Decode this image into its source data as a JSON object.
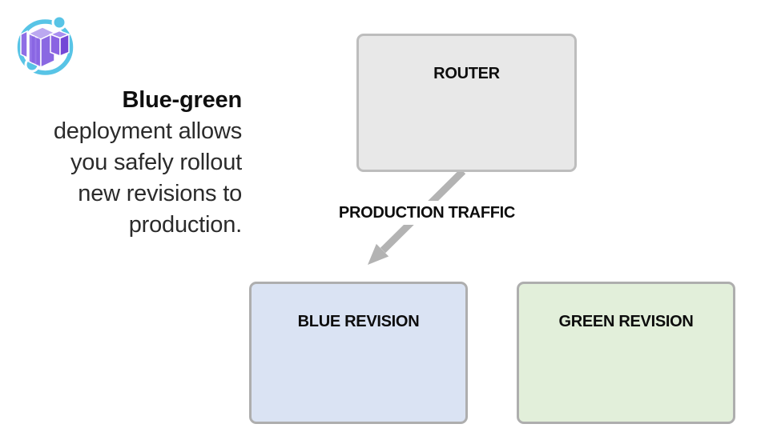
{
  "slide": {
    "background": "#ffffff"
  },
  "logo": {
    "name": "Azure Container Apps logo",
    "colors": {
      "ring": "#58c4e6",
      "cube_top": "#bba8f0",
      "cube_front": "#9878ea",
      "cube_side": "#7e57dc"
    }
  },
  "intro": {
    "highlight": "Blue-green",
    "lines": [
      "deployment allows",
      "you safely rollout",
      "new revisions to",
      "production."
    ]
  },
  "diagram": {
    "router": {
      "label": "ROUTER",
      "fill": "#e8e8e8",
      "border": "#bdbdbd"
    },
    "traffic_label": "PRODUCTION TRAFFIC",
    "arrow_color": "#b3b3b3",
    "blue_revision": {
      "label": "BLUE REVISION",
      "fill": "#dae3f3",
      "border": "#aeaeae"
    },
    "green_revision": {
      "label": "GREEN REVISION",
      "fill": "#e2efda",
      "border": "#aeaeae"
    }
  }
}
